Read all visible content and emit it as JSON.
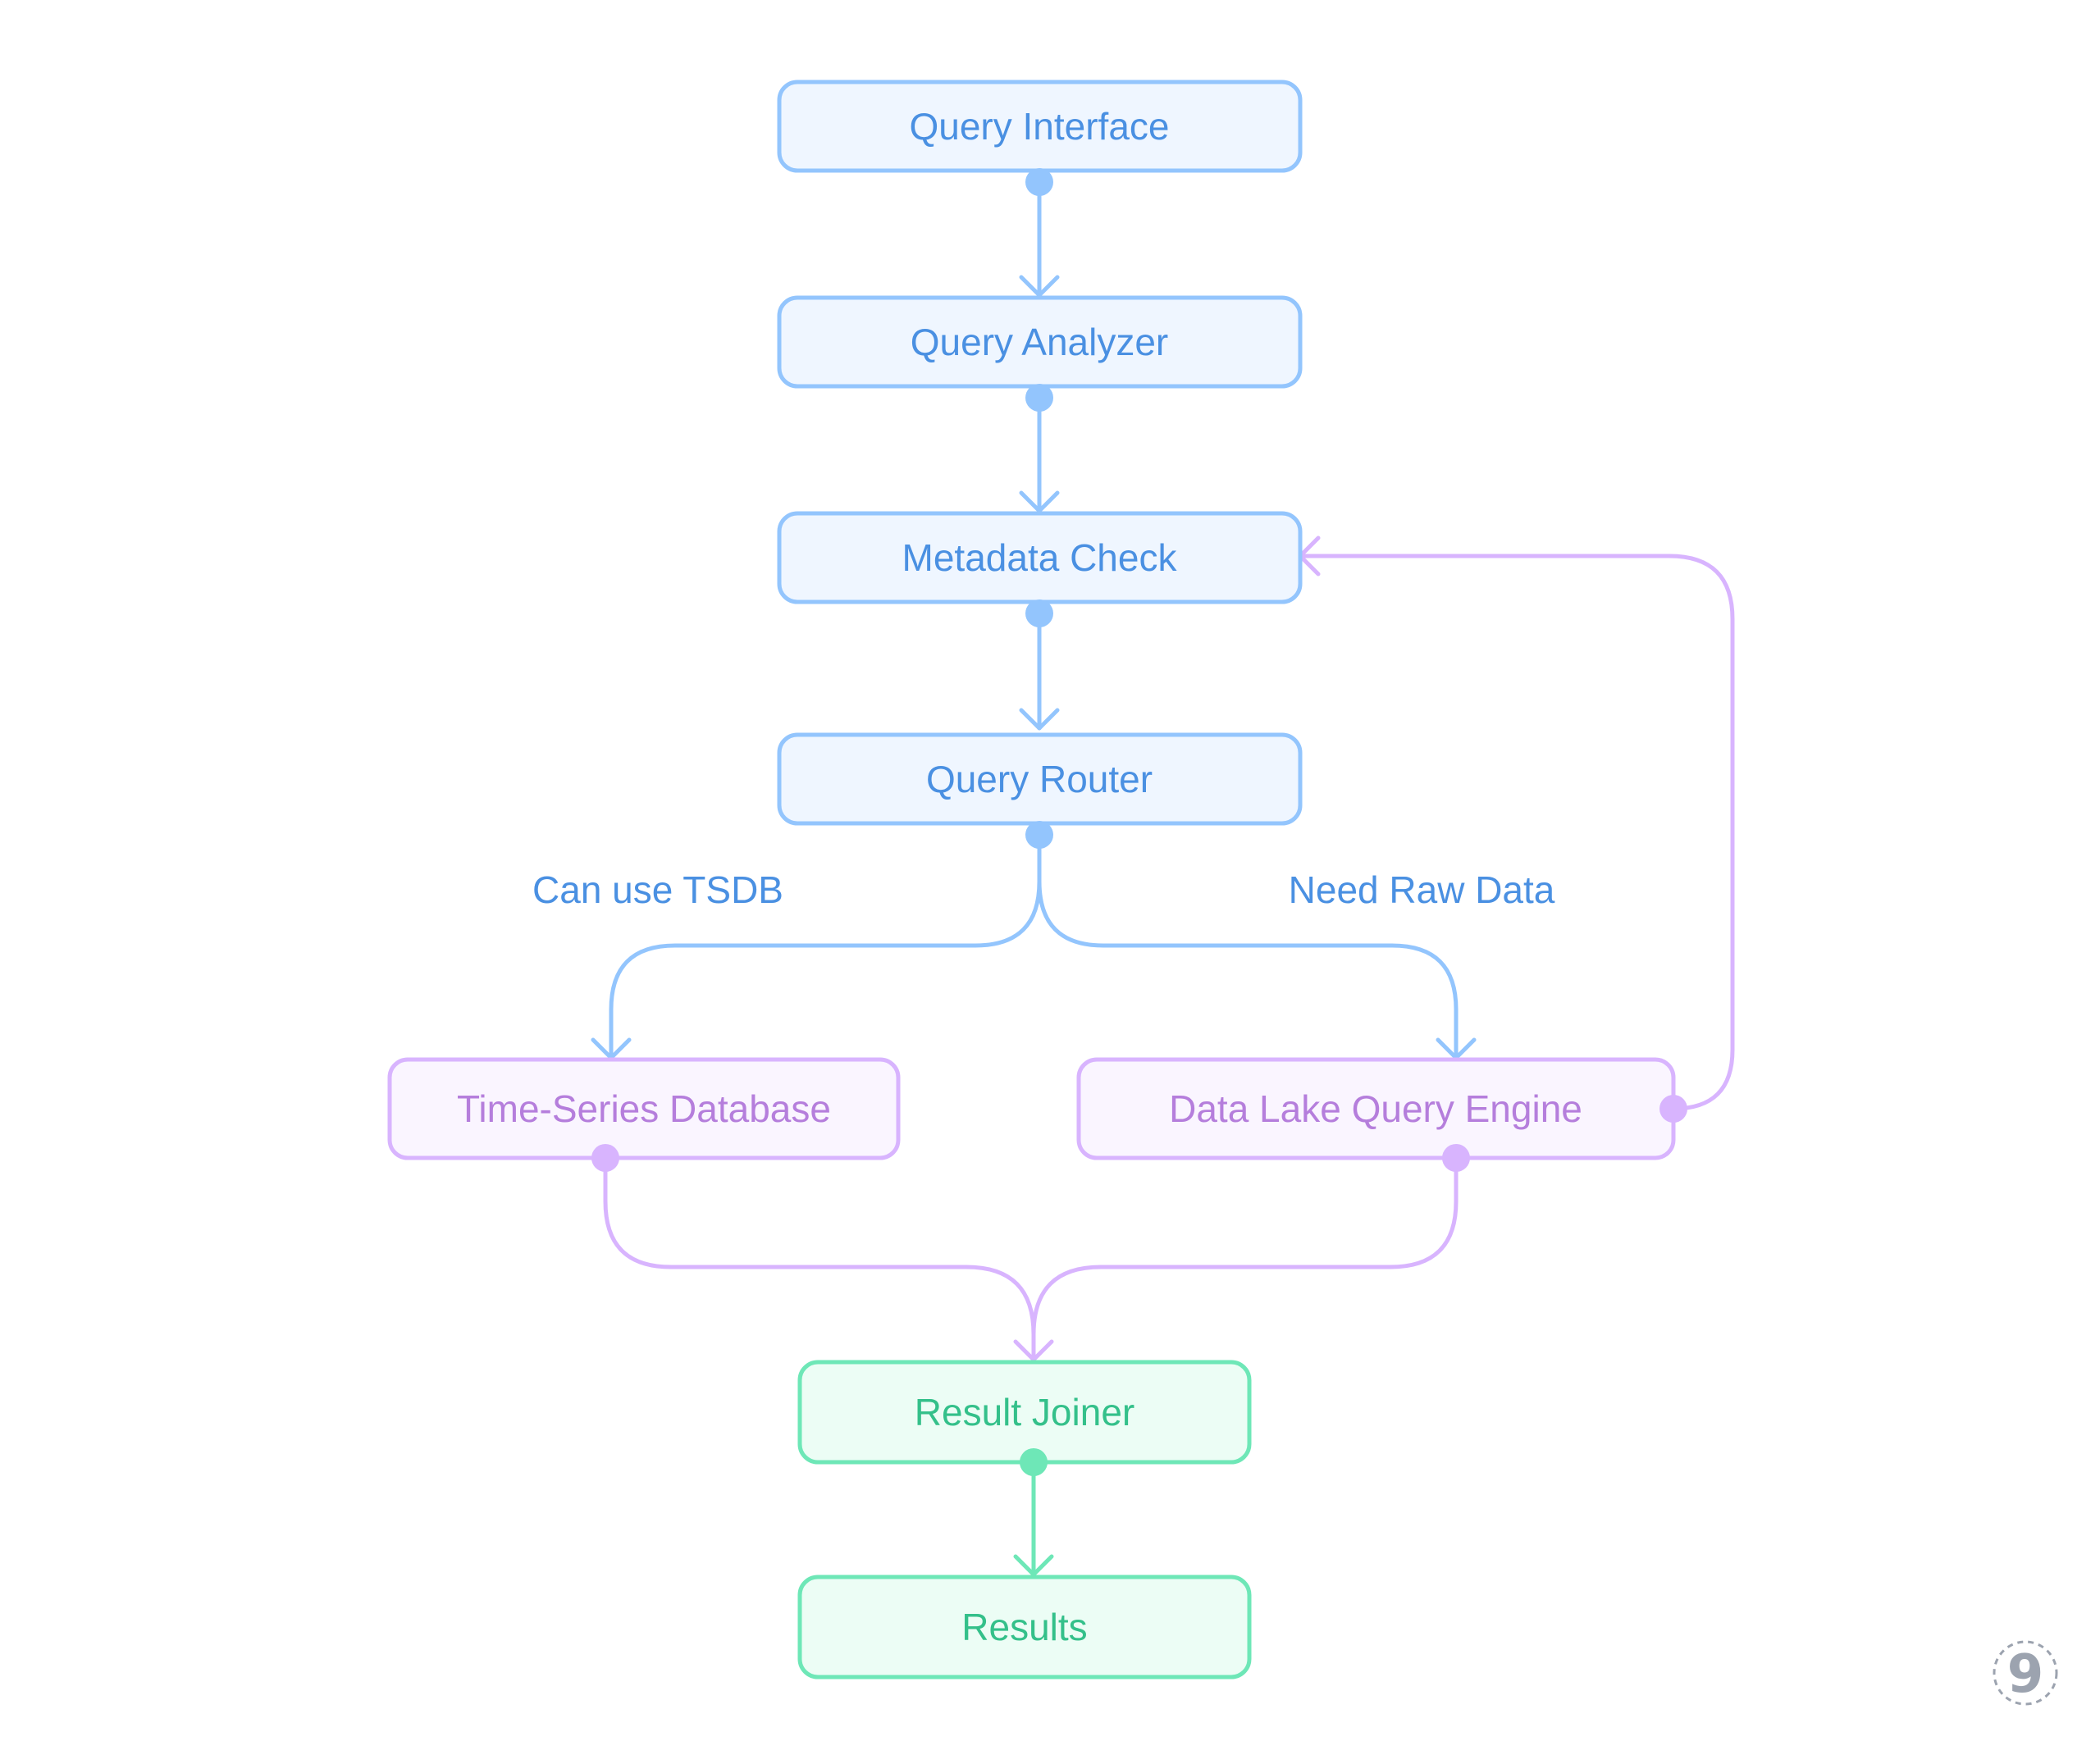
{
  "colors": {
    "blue_stroke": "#93c5fd",
    "blue_fill": "#eff6ff",
    "blue_text": "#4a90e2",
    "purple_stroke": "#d8b4fe",
    "purple_fill": "#faf5ff",
    "purple_text": "#b57edc",
    "green_stroke": "#6ee7b7",
    "green_fill": "#ecfdf5",
    "green_text": "#34c08a",
    "badge": "#9ca3af"
  },
  "nodes": {
    "query_interface": "Query Interface",
    "query_analyzer": "Query Analyzer",
    "metadata_check": "Metadata Check",
    "query_router": "Query Router",
    "time_series_database": "Time-Series Database",
    "data_lake_query_engine": "Data Lake Query Engine",
    "result_joiner": "Result Joiner",
    "results": "Results"
  },
  "edge_labels": {
    "can_use_tsdb": "Can use TSDB",
    "need_raw_data": "Need Raw Data"
  },
  "badge": {
    "number": "9"
  }
}
